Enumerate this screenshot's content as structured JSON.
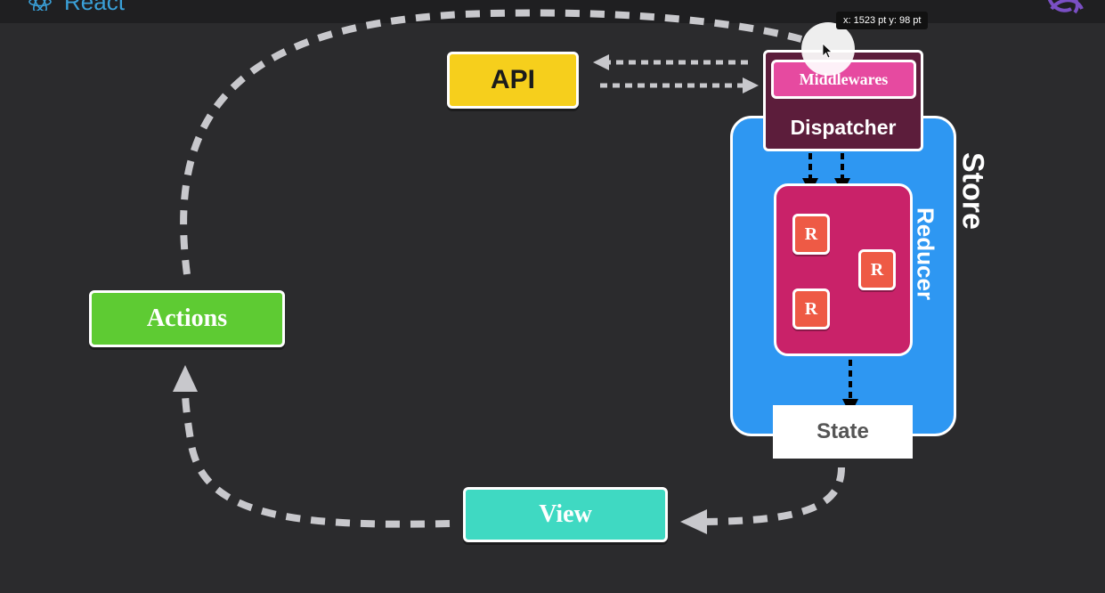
{
  "header": {
    "app_name": "React"
  },
  "cursor_readout": "x: 1523 pt  y: 98 pt",
  "nodes": {
    "api": "API",
    "actions": "Actions",
    "view": "View",
    "middlewares": "Middlewares",
    "dispatcher": "Dispatcher",
    "store": "Store",
    "reducer": "Reducer",
    "reducer_items": [
      "R",
      "R",
      "R"
    ],
    "state": "State"
  },
  "colors": {
    "background": "#2b2b2d",
    "api": "#f6cf1c",
    "actions": "#5ecb33",
    "view": "#3fd9c2",
    "store": "#2e97f2",
    "dispatcher": "#5c1d3b",
    "middlewares": "#e64aa0",
    "reducer": "#c92269",
    "reducer_item": "#ee5a45",
    "flow_arrow": "#c8c8cc"
  },
  "icons": {
    "header_logo": "react-atom-icon",
    "corner_logo": "redux-logo-icon",
    "pointer": "mouse-pointer-icon"
  }
}
